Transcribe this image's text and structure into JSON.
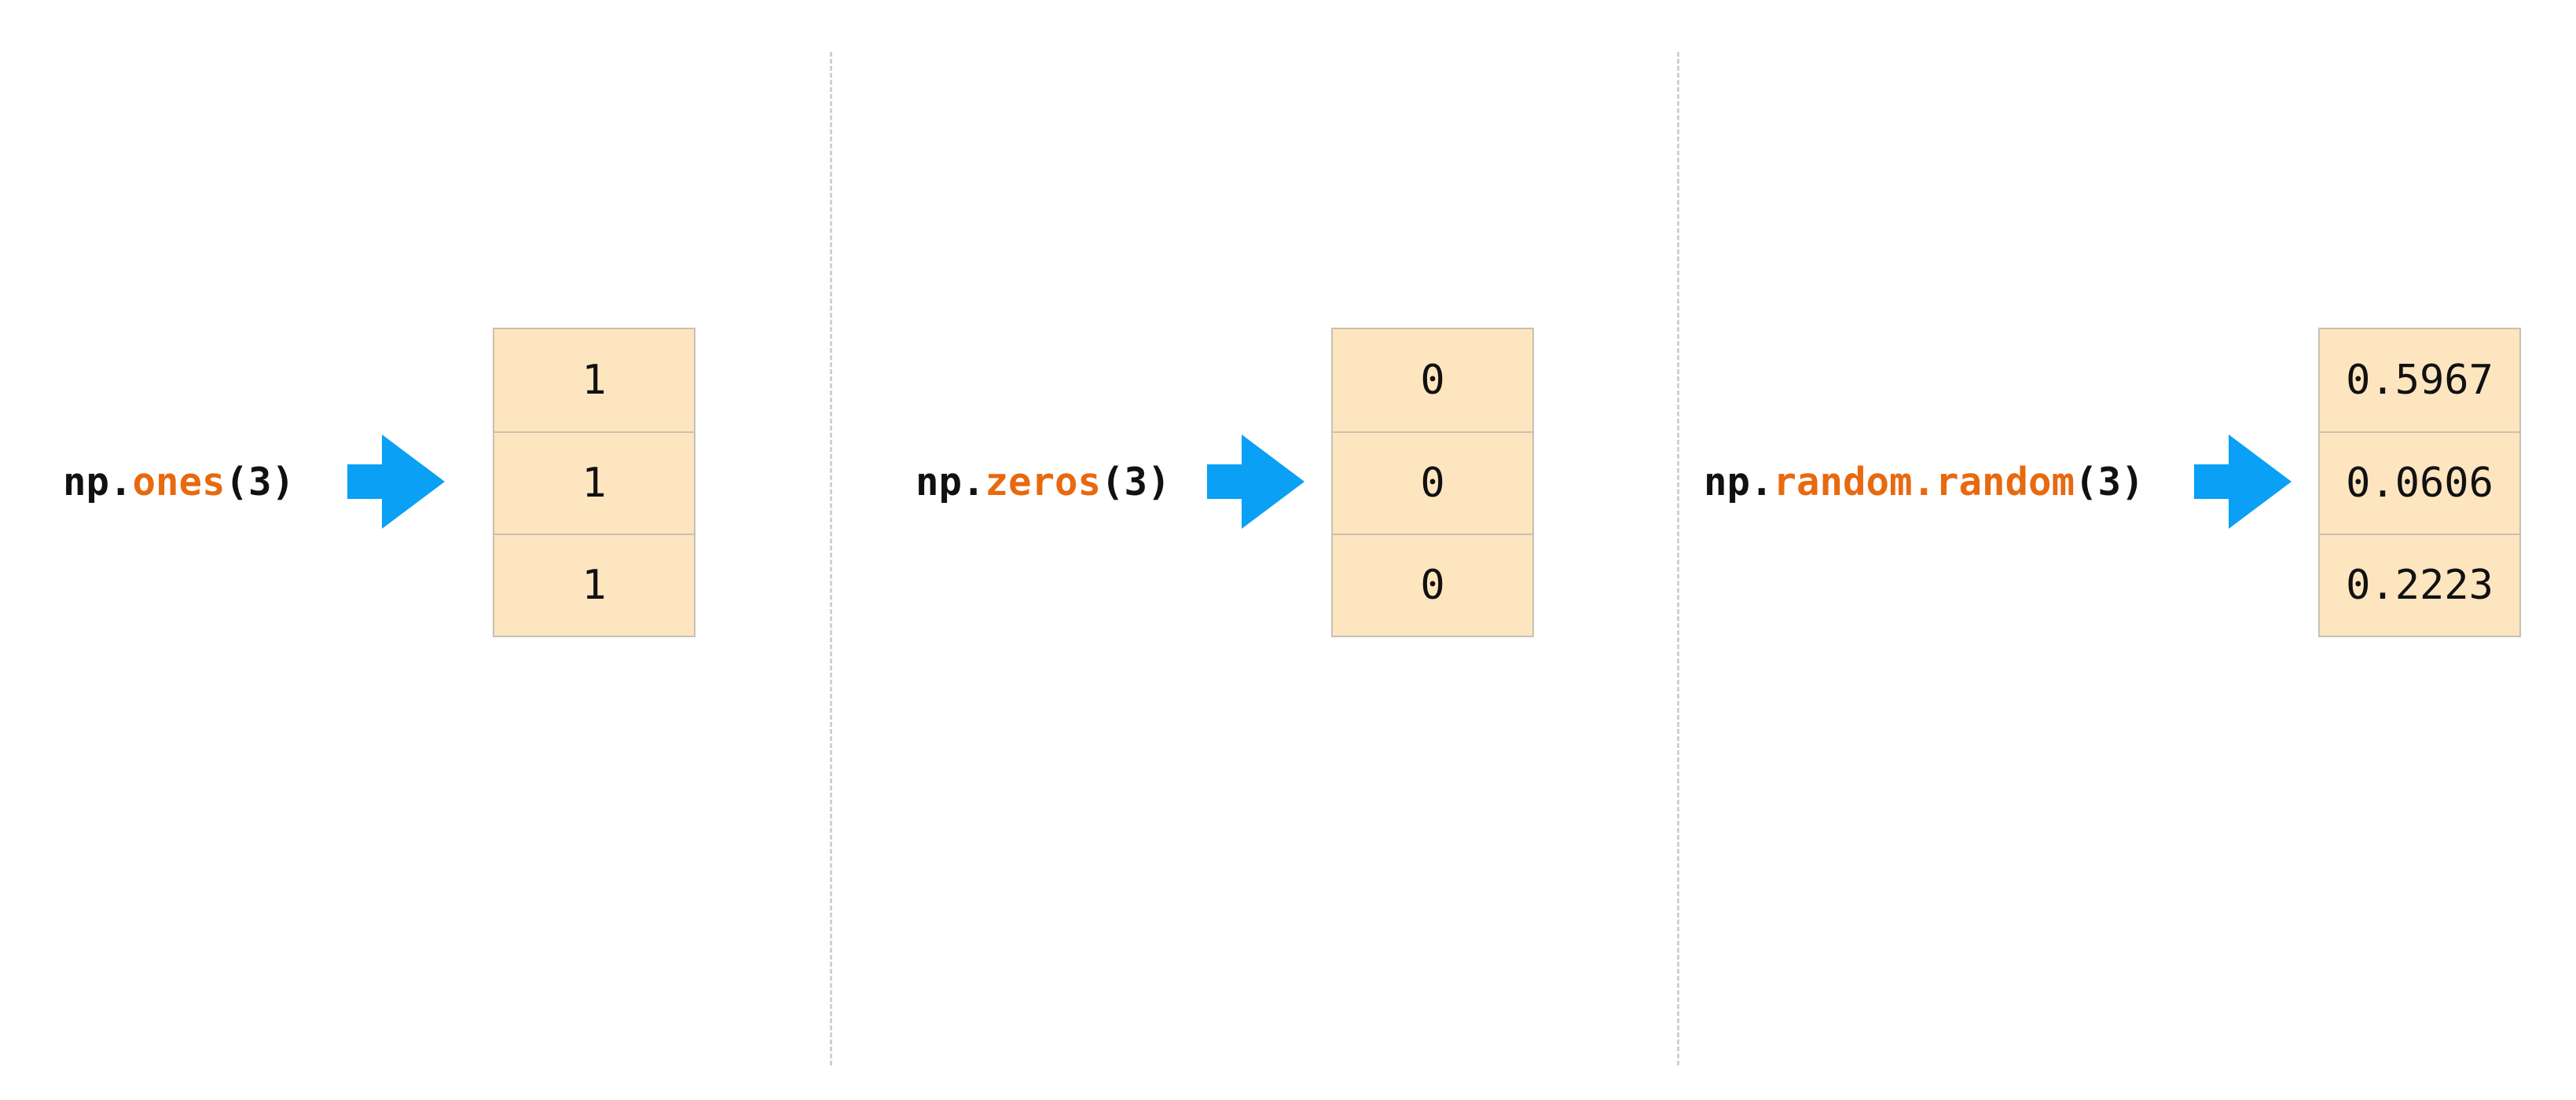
{
  "colors": {
    "function_name": "#e8690f",
    "arrow": "#0aa0f5",
    "cell_fill": "#fde5c0",
    "cell_border": "#c8c1b2",
    "divider": "#d0d0d0"
  },
  "panels": [
    {
      "prefix": "np.",
      "function": "ones",
      "args": "(3)",
      "arrow_icon": "right-arrow-icon",
      "values": [
        "1",
        "1",
        "1"
      ]
    },
    {
      "prefix": "np.",
      "function": "zeros",
      "args": "(3)",
      "arrow_icon": "right-arrow-icon",
      "values": [
        "0",
        "0",
        "0"
      ]
    },
    {
      "prefix": "np.",
      "function": "random.random",
      "args": "(3)",
      "arrow_icon": "right-arrow-icon",
      "values": [
        "0.5967",
        "0.0606",
        "0.2223"
      ]
    }
  ]
}
